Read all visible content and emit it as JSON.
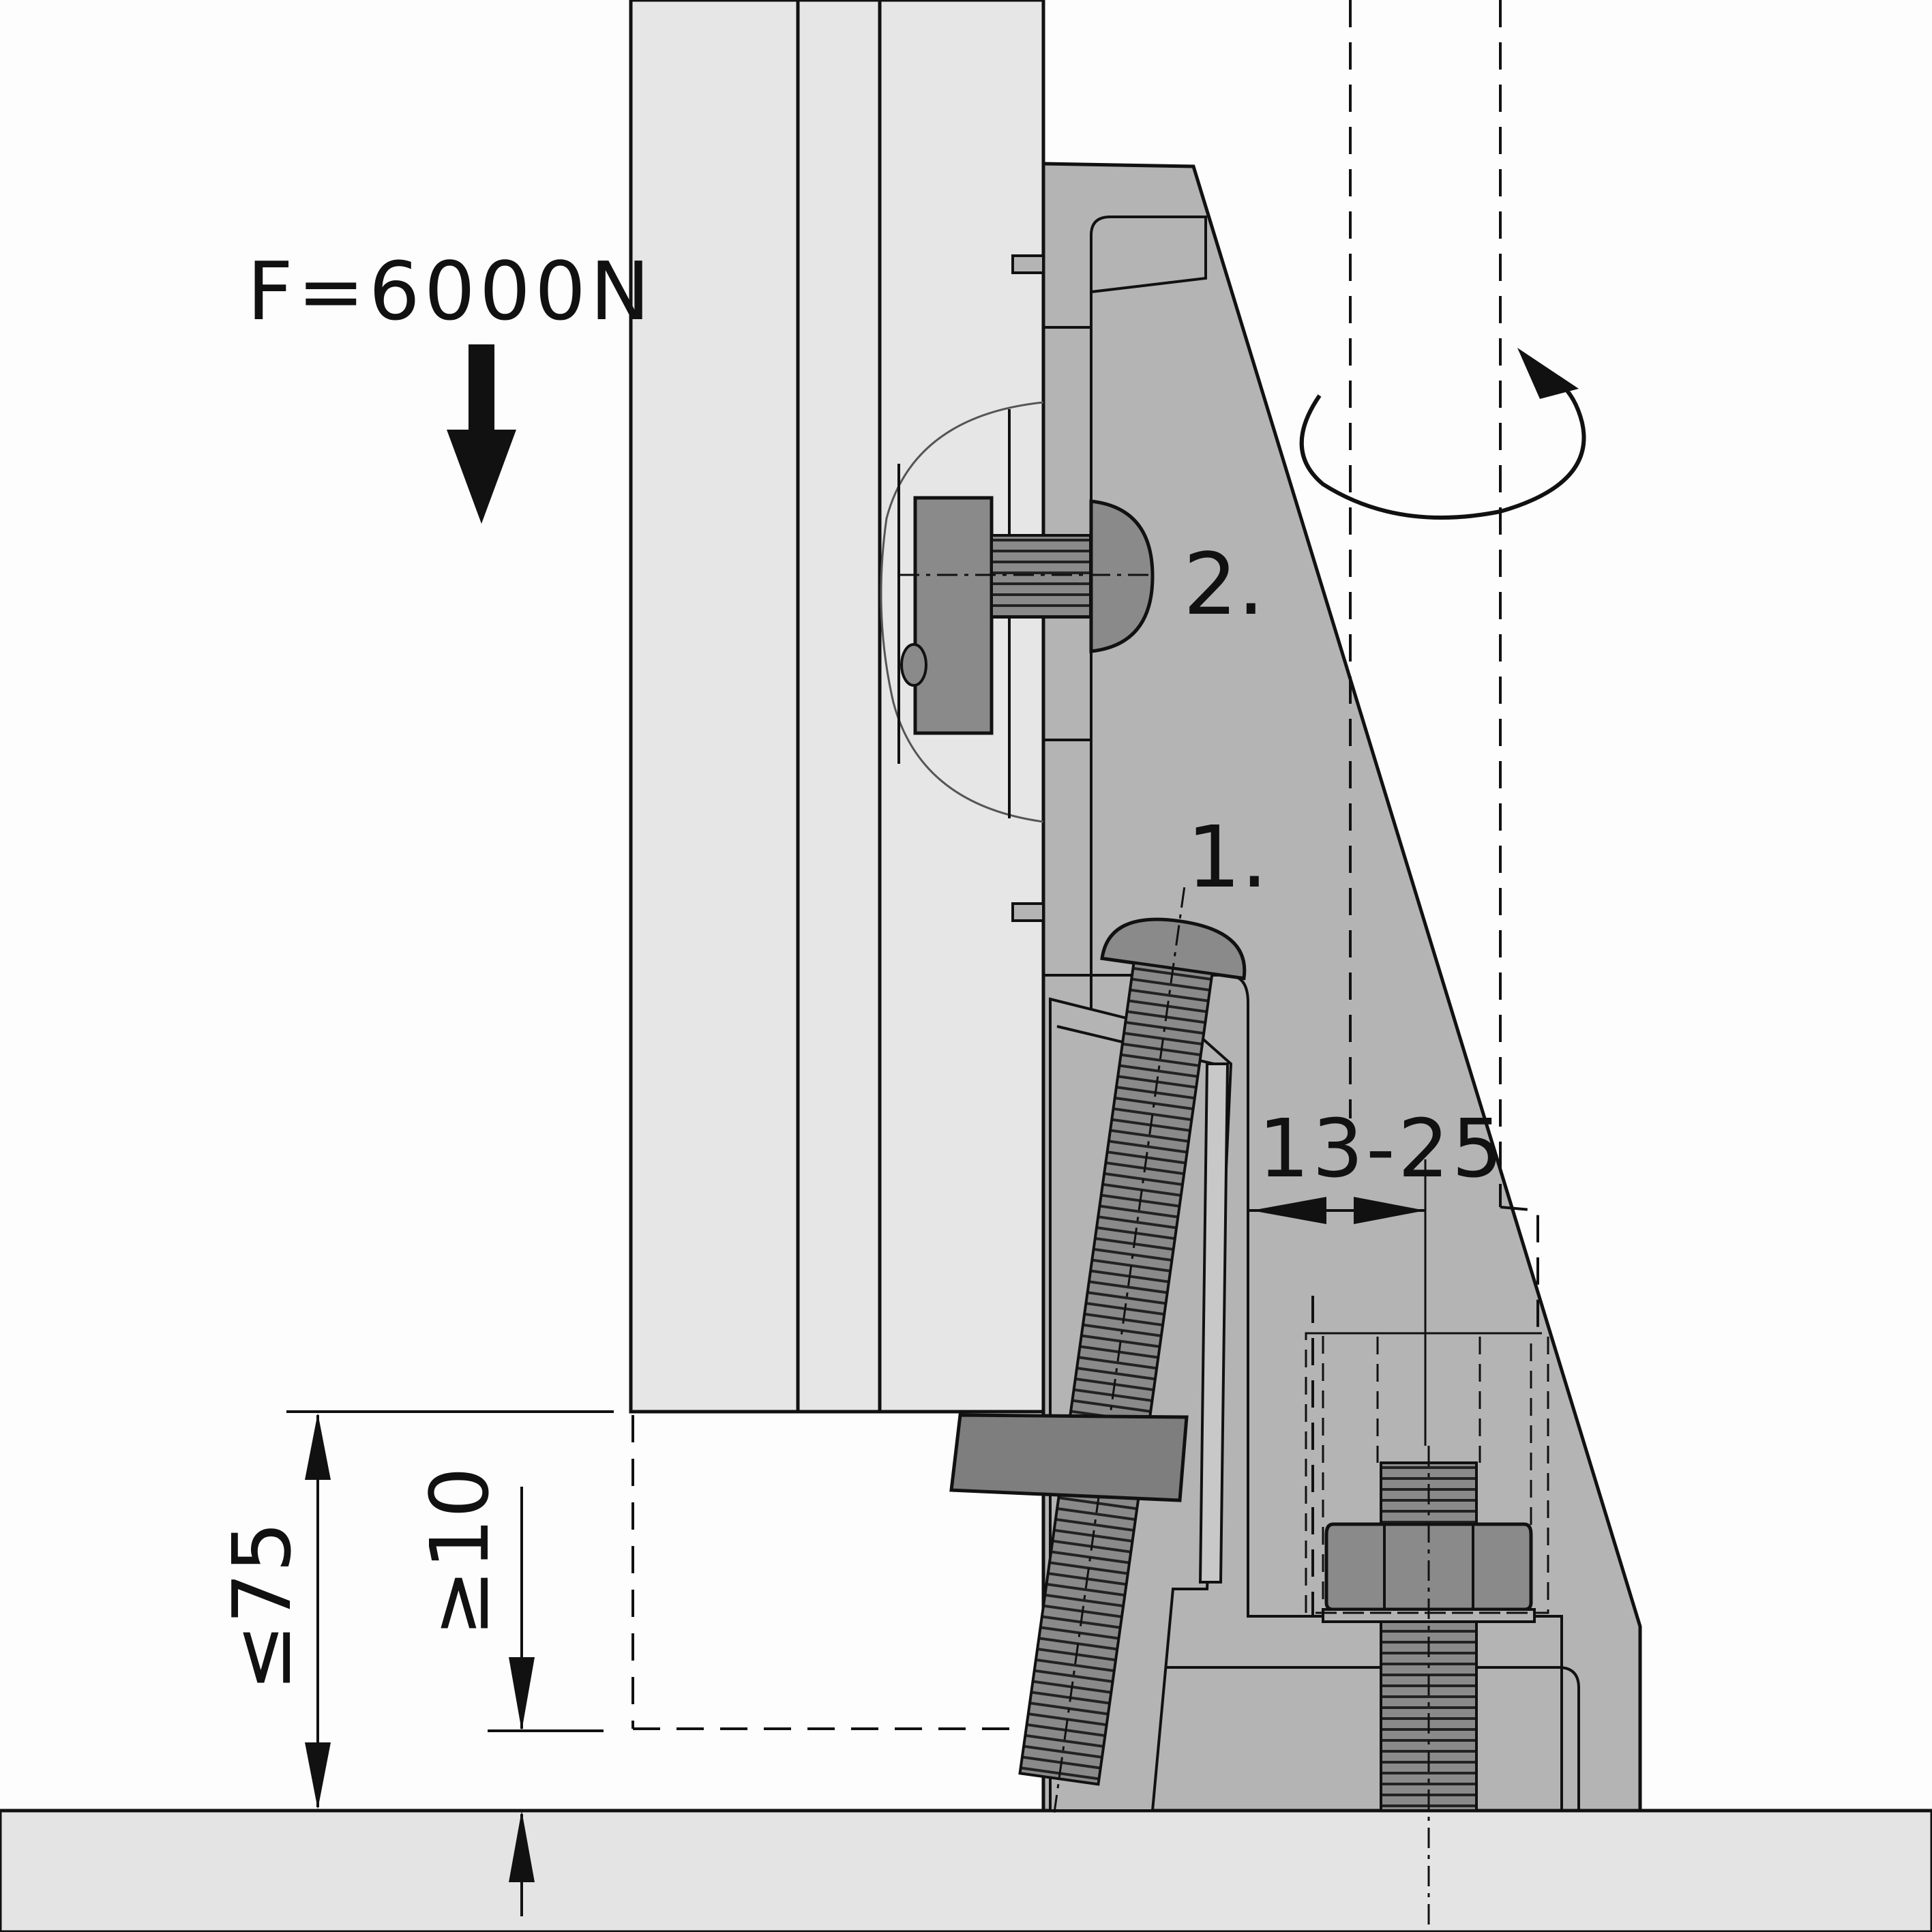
{
  "labels": {
    "force": "F=6000N",
    "step2": "2.",
    "step1": "1.",
    "gap_range": "13-25",
    "max_height": "≤75",
    "min_height": "≥10"
  },
  "colors": {
    "bracket": "#b4b4b4",
    "profile": "#e6e6e6",
    "floor": "#e4e4e4",
    "steel": "#8a8a8a",
    "line": "#111111"
  }
}
